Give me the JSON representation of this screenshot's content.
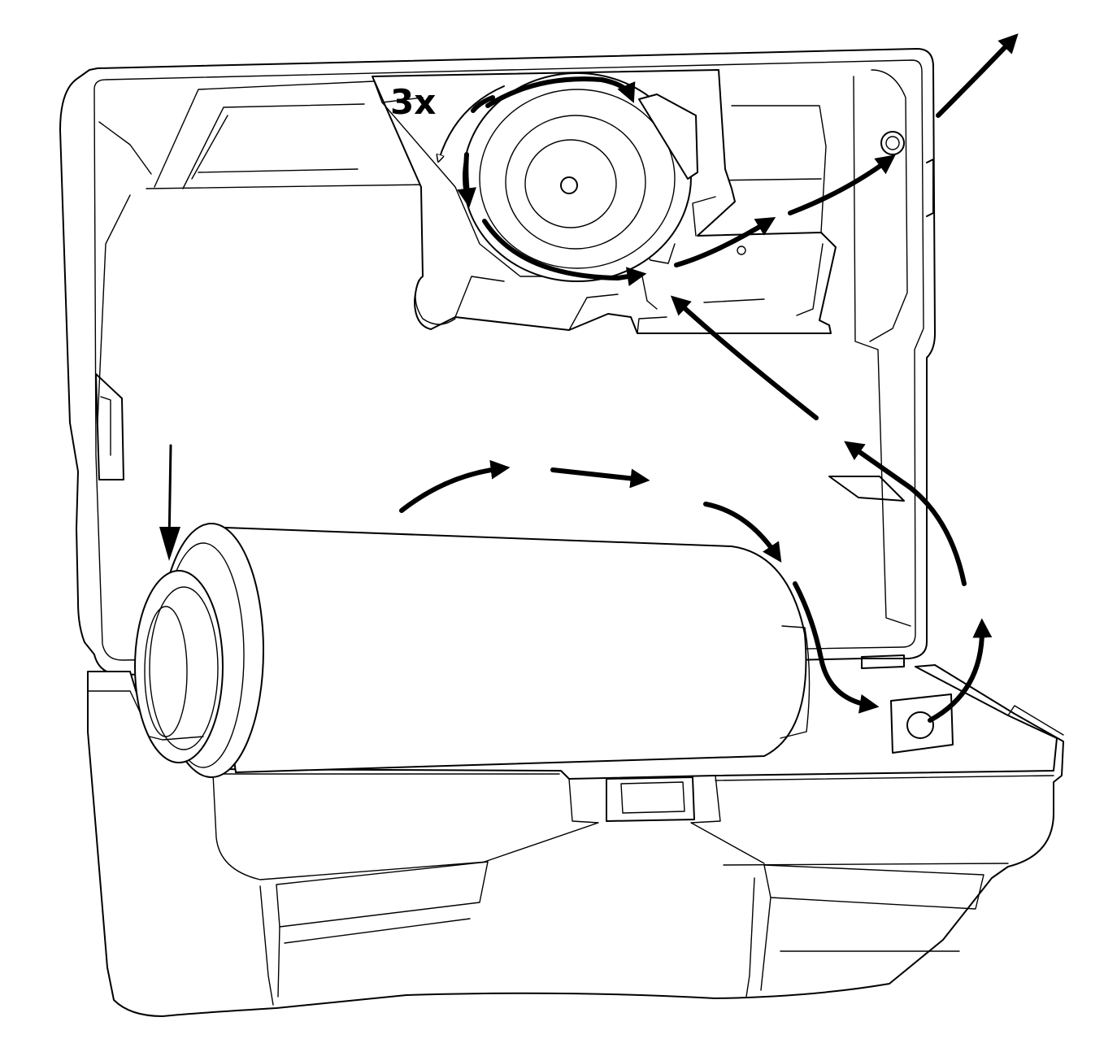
{
  "figure": {
    "rotation_count_label": "3x",
    "icons": [
      "open-dispenser-housing",
      "paper-roll",
      "feed-roller",
      "pointer-arrow",
      "paper-path-arrow"
    ]
  }
}
